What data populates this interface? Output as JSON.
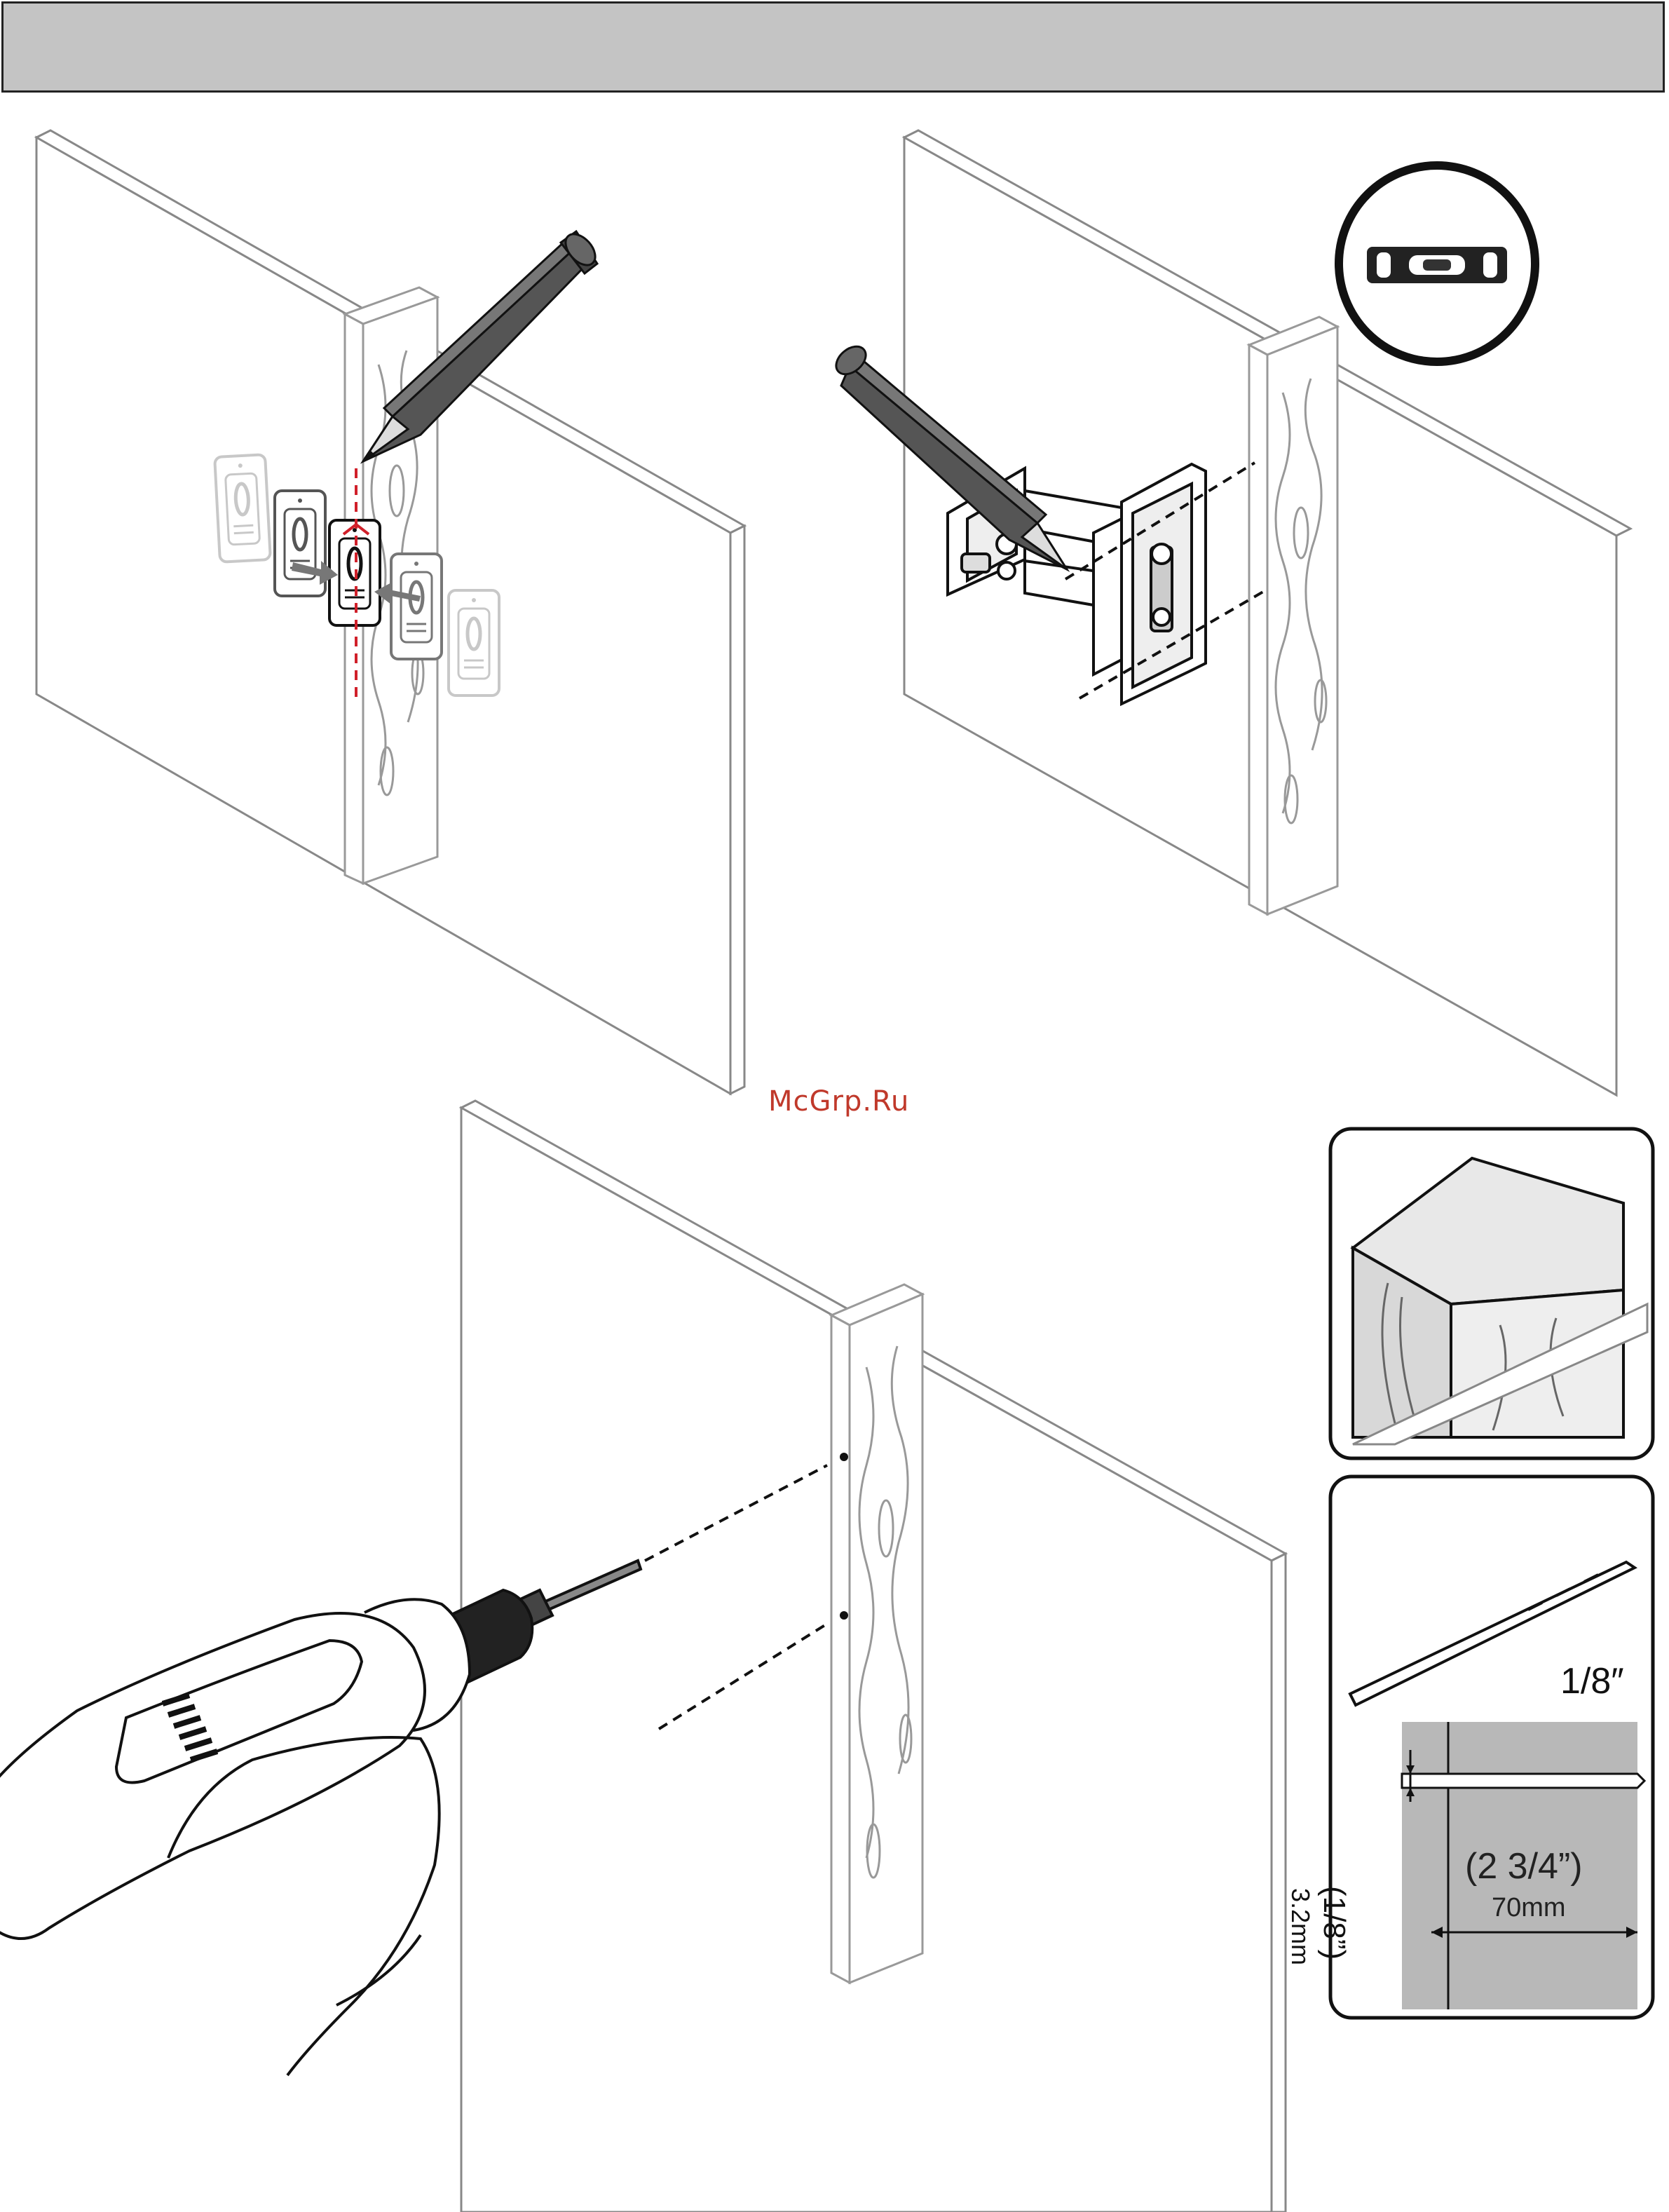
{
  "header": {
    "title": ""
  },
  "watermark": {
    "text": "McGrp.Ru",
    "color": "#c0392b"
  },
  "steps": [
    {
      "name": "locate-stud-and-mark-center",
      "icons": [
        "stud-finder-icon",
        "pencil-icon",
        "center-line"
      ]
    },
    {
      "name": "level-mount-and-mark-holes",
      "icons": [
        "level-icon",
        "pencil-icon",
        "wall-mount-bracket"
      ]
    },
    {
      "name": "drill-pilot-holes",
      "icons": [
        "drill-icon",
        "wood-stud-icon",
        "drill-bit-icon"
      ]
    }
  ],
  "drill_spec": {
    "bit_size": "1/8″",
    "hole_diameter_in": "(1/8”)",
    "hole_diameter_mm": "3.2mm",
    "hole_depth_in": "(2 3/4”)",
    "hole_depth_mm": "70mm"
  },
  "colors": {
    "mark_line": "#d0202a",
    "header_bg": "#c4c4c4",
    "wood_section": "#b8b8b8"
  }
}
